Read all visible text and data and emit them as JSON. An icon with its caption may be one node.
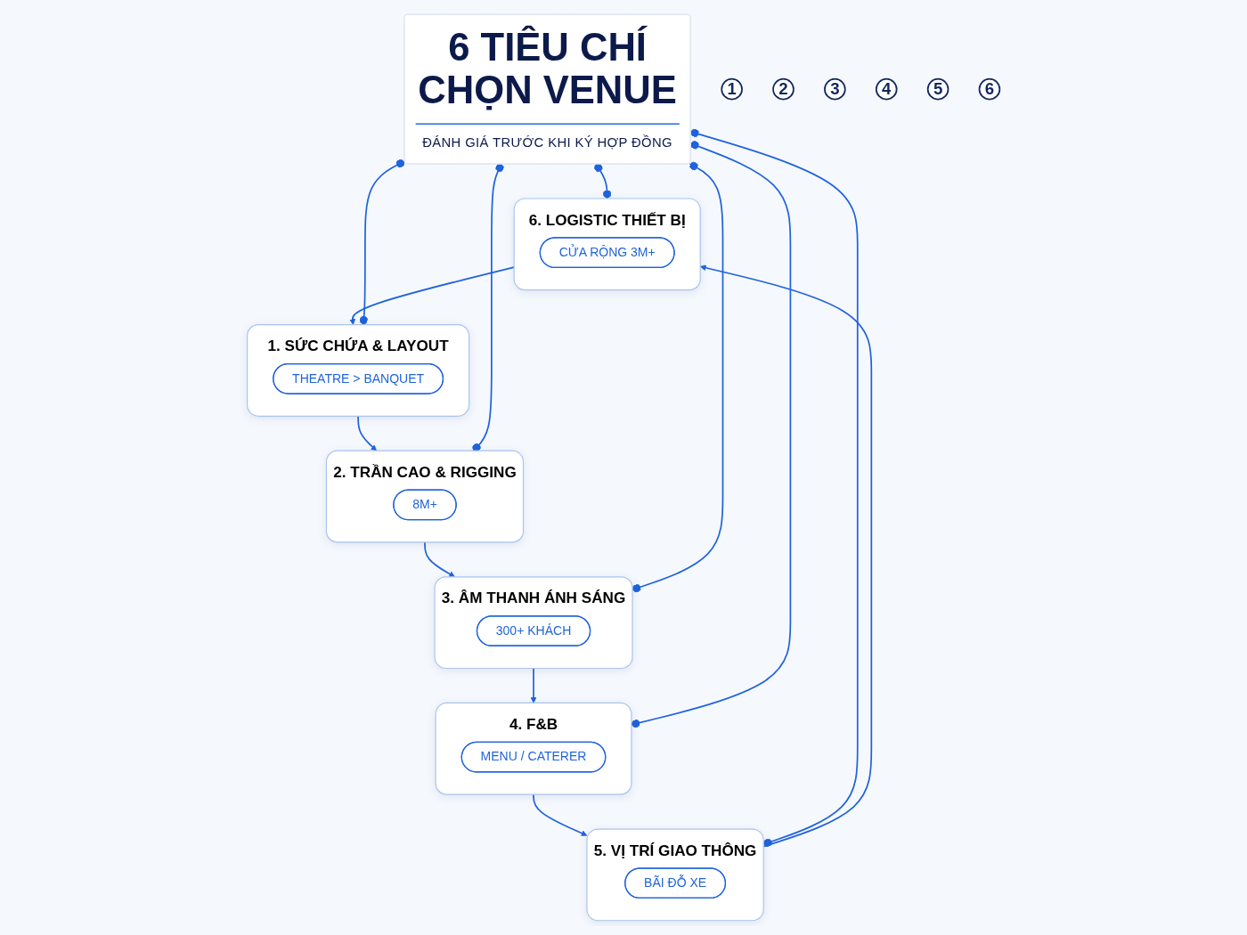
{
  "diagram": {
    "nodes": [
      {
        "text": [
          "6 TIÊU CHÍ",
          "CHỌN VENUE",
          "ĐÁNH GIÁ TRƯỚC KHI KÝ HỢP ĐỒNG"
        ]
      },
      {
        "text": [
          "1. SỨC CHỨA & LAYOUT"
        ]
      },
      {
        "text": [
          "THEATRE > BANQUET"
        ],
        "in": 1
      },
      {
        "text": [
          "1"
        ]
      },
      {
        "text": [
          "2. TRẦN CAO & RIGGING"
        ]
      },
      {
        "text": [
          "8M+"
        ],
        "in": 4
      },
      {
        "text": [
          "2"
        ]
      },
      {
        "text": [
          "3. ÂM THANH ÁNH SÁNG"
        ]
      },
      {
        "text": [
          "300+ KHÁCH"
        ],
        "in": 7
      },
      {
        "text": [
          "3"
        ]
      },
      {
        "text": [
          "4. F&B"
        ]
      },
      {
        "text": [
          "MENU / CATERER"
        ],
        "in": 10
      },
      {
        "text": [
          "4"
        ]
      },
      {
        "text": [
          "5. VỊ TRÍ GIAO THÔNG"
        ]
      },
      {
        "text": [
          "BÃI ĐỖ XE"
        ],
        "in": 13
      },
      {
        "text": [
          "5"
        ]
      },
      {
        "text": [
          "6. LOGISTIC THIẾT BỊ"
        ]
      },
      {
        "text": [
          "CỬA RỘNG 3M+"
        ],
        "in": 16
      },
      {
        "text": [
          "6"
        ]
      }
    ],
    "edges": [
      {
        "from": 1,
        "to": 4,
        "arrow": "to"
      },
      {
        "from": 4,
        "to": 7,
        "arrow": "to"
      },
      {
        "from": 7,
        "to": 10,
        "arrow": "to"
      },
      {
        "from": 10,
        "to": 13,
        "arrow": "to"
      },
      {
        "from": 13,
        "to": 16,
        "arrow": "to"
      },
      {
        "from": 16,
        "to": 1,
        "arrow": "to"
      },
      {
        "from": 0,
        "to": 1,
        "arrow": "other"
      },
      {
        "from": 0,
        "to": 4,
        "arrow": "other"
      },
      {
        "from": 0,
        "to": 7,
        "arrow": "other"
      },
      {
        "from": 0,
        "to": 10,
        "arrow": "other"
      },
      {
        "from": 0,
        "to": 13,
        "arrow": "other"
      },
      {
        "from": 0,
        "to": 16,
        "arrow": "other"
      }
    ]
  }
}
